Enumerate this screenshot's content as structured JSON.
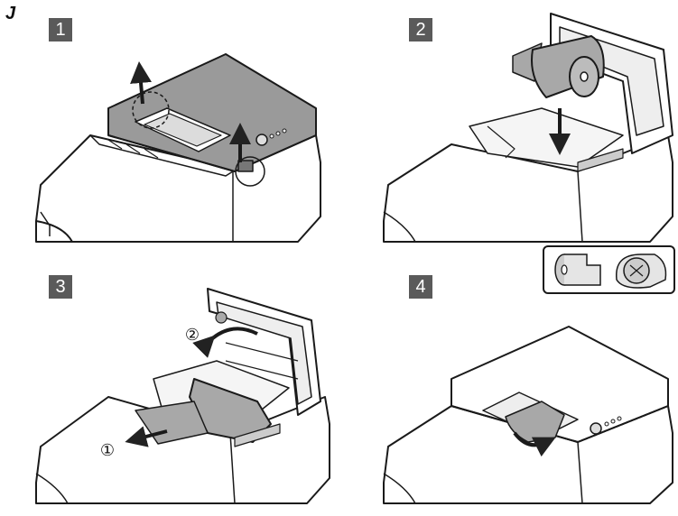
{
  "figure": {
    "letter": "J"
  },
  "steps": [
    {
      "number": "1"
    },
    {
      "number": "2"
    },
    {
      "number": "3"
    },
    {
      "number": "4"
    }
  ],
  "callouts": {
    "first": "①",
    "second": "②"
  },
  "colors": {
    "printer_body": "#ffffff",
    "paper_roll": "#a8a8a8",
    "step_badge": "#5a5a5a",
    "outline": "#1a1a1a"
  },
  "icons": [
    "arrow-up-icon",
    "arrow-down-icon",
    "arrow-curved-icon",
    "paper-roll-orientation-icon"
  ]
}
